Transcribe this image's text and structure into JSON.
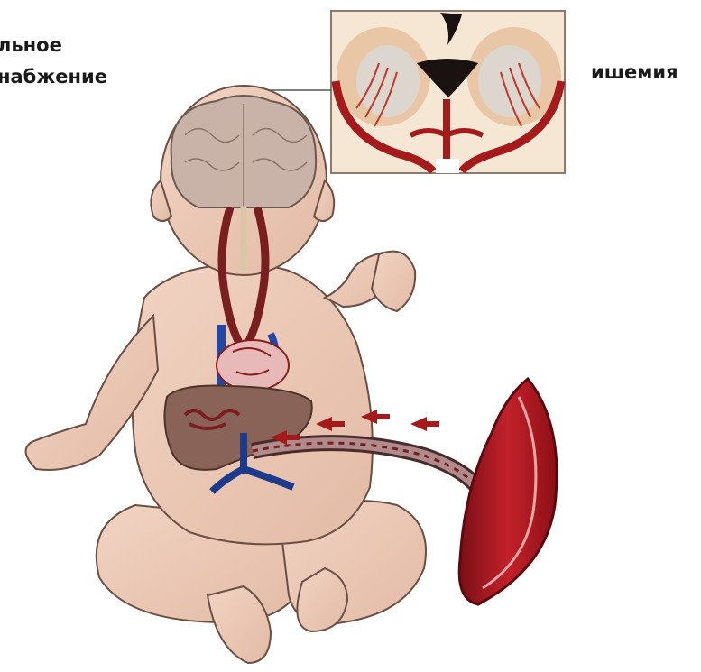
{
  "labels": {
    "left_line1": "льное",
    "left_line2": "набжение",
    "right": "ишемия"
  },
  "colors": {
    "skin": "#e9c6b3",
    "skin_outline": "#6b4f45",
    "brain": "#c9b3a8",
    "artery": "#8b1a1a",
    "vein": "#1e3a8a",
    "liver": "#8a6358",
    "placenta": "#b5121b"
  },
  "icons": {
    "inset": "brain-section-illustration",
    "baby": "infant-body-illustration",
    "placenta": "placenta-illustration"
  }
}
